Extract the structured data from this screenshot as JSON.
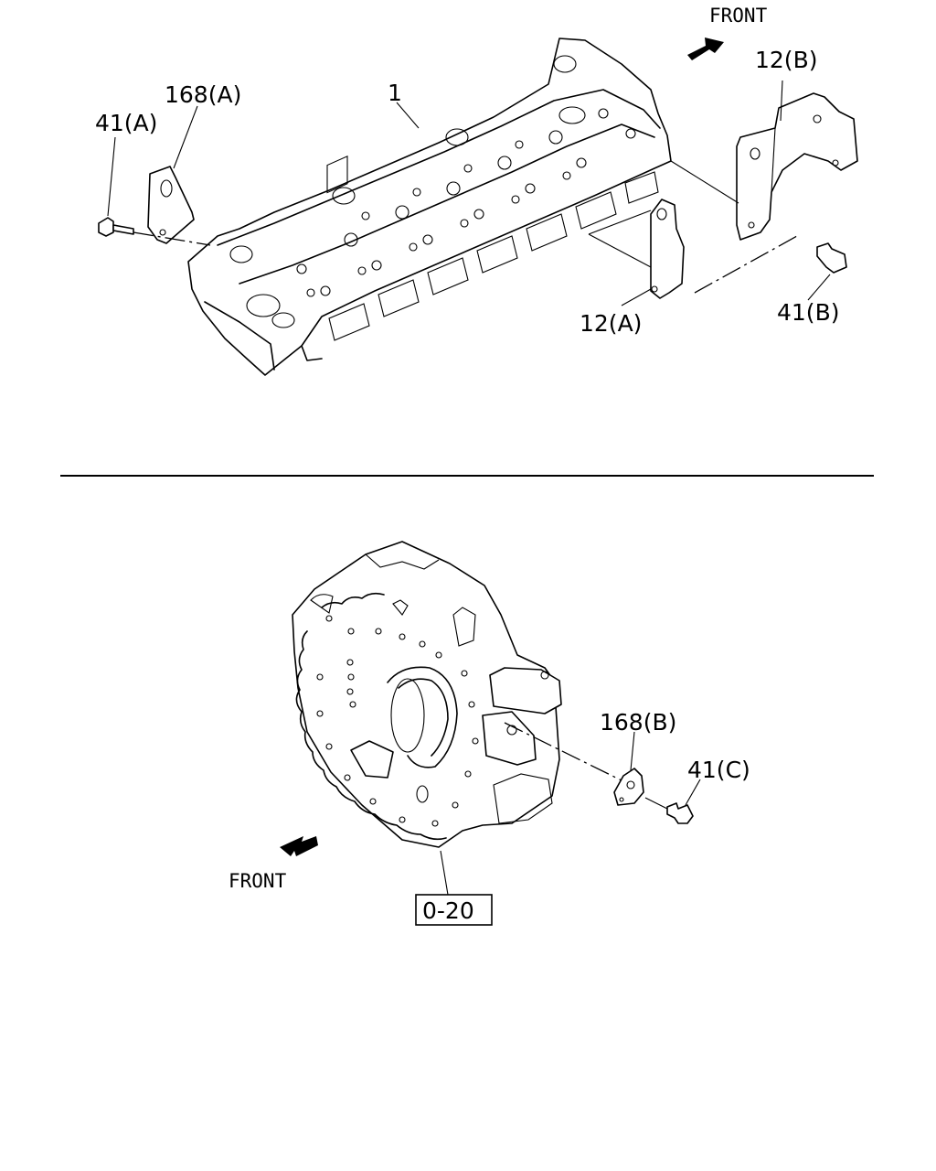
{
  "top_diagram": {
    "front_label": "FRONT",
    "callouts": {
      "c1": "1",
      "c41a": "41(A)",
      "c168a": "168(A)",
      "c12b": "12(B)",
      "c12a": "12(A)",
      "c41b": "41(B)"
    }
  },
  "bottom_diagram": {
    "front_label": "FRONT",
    "callouts": {
      "c168b": "168(B)",
      "c41c": "41(C)"
    },
    "reference_box": "0-20"
  }
}
